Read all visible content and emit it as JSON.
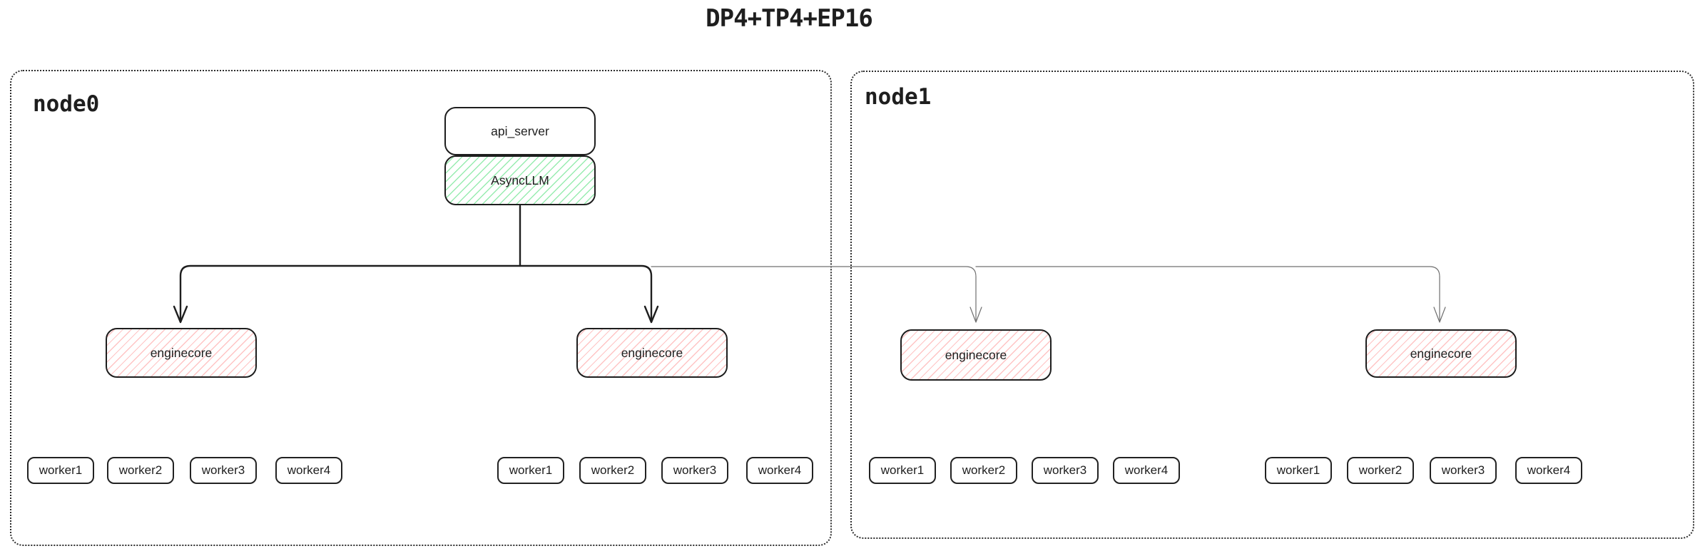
{
  "title": "DP4+TP4+EP16",
  "colors": {
    "ink": "#1e1e1e",
    "green_hatch": "#98ecb0",
    "red_hatch": "#ffc4c4",
    "thin_line": "#6f6f6f"
  },
  "nodes": [
    {
      "label": "node0",
      "api_server_label": "api_server",
      "asyncllm_label": "AsyncLLM",
      "enginecores": [
        "enginecore",
        "enginecore"
      ],
      "worker_groups": [
        [
          "worker1",
          "worker2",
          "worker3",
          "worker4"
        ],
        [
          "worker1",
          "worker2",
          "worker3",
          "worker4"
        ]
      ]
    },
    {
      "label": "node1",
      "enginecores": [
        "enginecore",
        "enginecore"
      ],
      "worker_groups": [
        [
          "worker1",
          "worker2",
          "worker3",
          "worker4"
        ],
        [
          "worker1",
          "worker2",
          "worker3",
          "worker4"
        ]
      ]
    }
  ]
}
